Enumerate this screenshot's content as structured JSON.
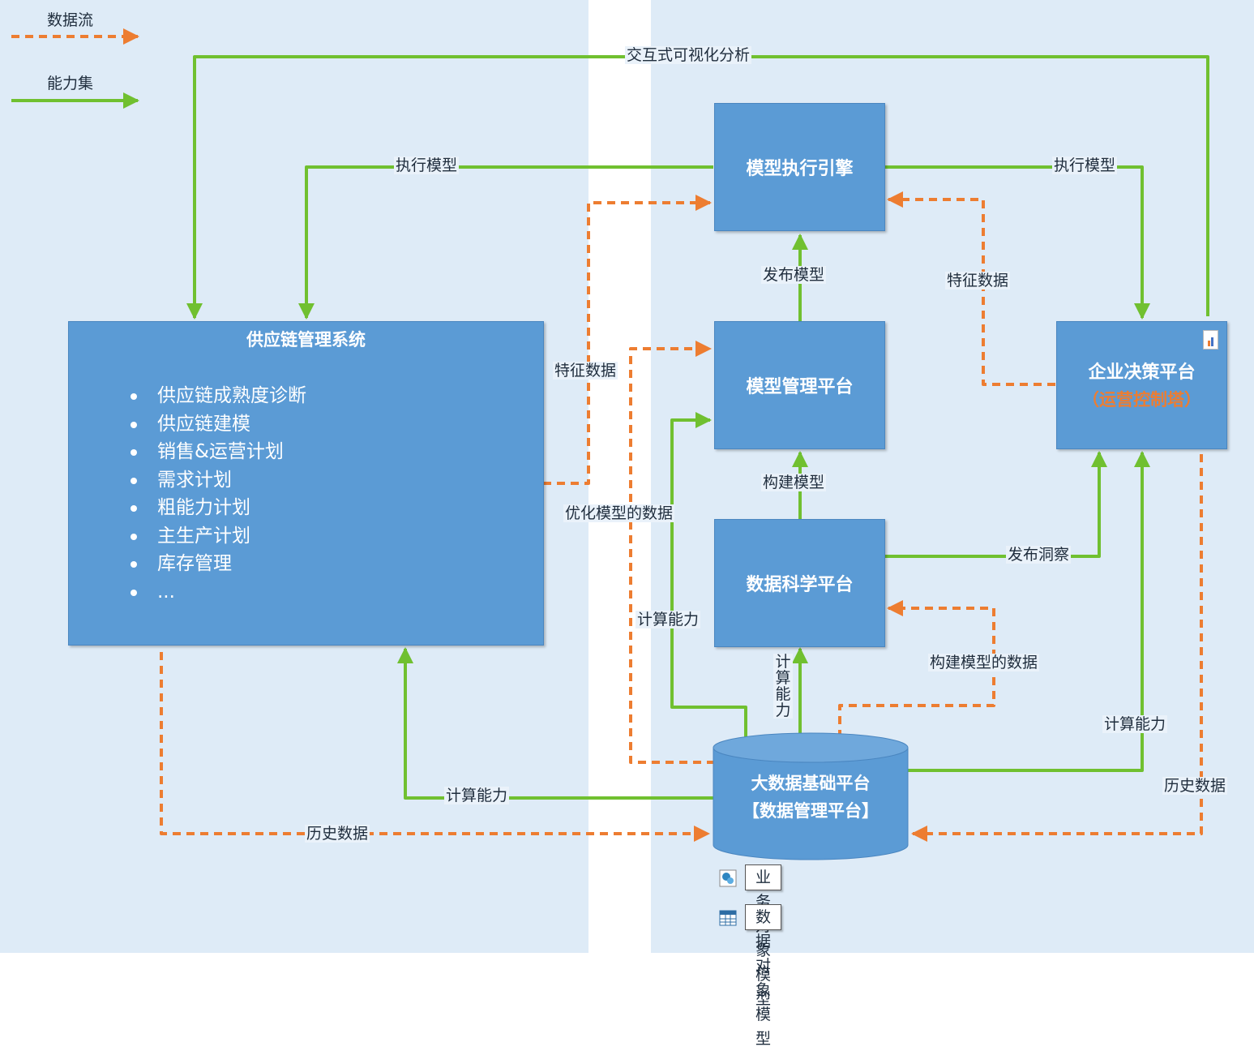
{
  "legend": {
    "data_flow": "数据流",
    "capability_set": "能力集"
  },
  "colors": {
    "data_flow": "#ed7d31",
    "capability": "#70c030",
    "box": "#5b9bd5",
    "panel": "#deebf7"
  },
  "nodes": {
    "supply_chain": {
      "title": "供应链管理系统",
      "items": [
        "供应链成熟度诊断",
        "供应链建模",
        "销售&运营计划",
        "需求计划",
        "粗能力计划",
        "主生产计划",
        "库存管理",
        "..."
      ]
    },
    "model_engine": "模型执行引擎",
    "model_platform": "模型管理平台",
    "data_science": "数据科学平台",
    "enterprise": {
      "title": "企业决策平台",
      "subtitle": "（运营控制塔）"
    },
    "bigdata": {
      "title": "大数据基础平台",
      "subtitle": "【数据管理平台】"
    }
  },
  "models": {
    "business_object": "业务对象模型",
    "data_object": "数据对象模型"
  },
  "edge_labels": {
    "interactive_viz": "交互式可视化分析",
    "exec_model_left": "执行模型",
    "exec_model_right": "执行模型",
    "feature_data_left": "特征数据",
    "feature_data_right": "特征数据",
    "publish_model": "发布模型",
    "build_model": "构建模型",
    "optimize_data": "优化模型的数据",
    "publish_insight": "发布洞察",
    "build_model_data": "构建模型的数据",
    "compute_left_vertical": "计算能力",
    "compute_center": "计算能力",
    "compute_right": "计算能力",
    "compute_bottom": "计算能力",
    "history_left": "历史数据",
    "history_right": "历史数据"
  }
}
